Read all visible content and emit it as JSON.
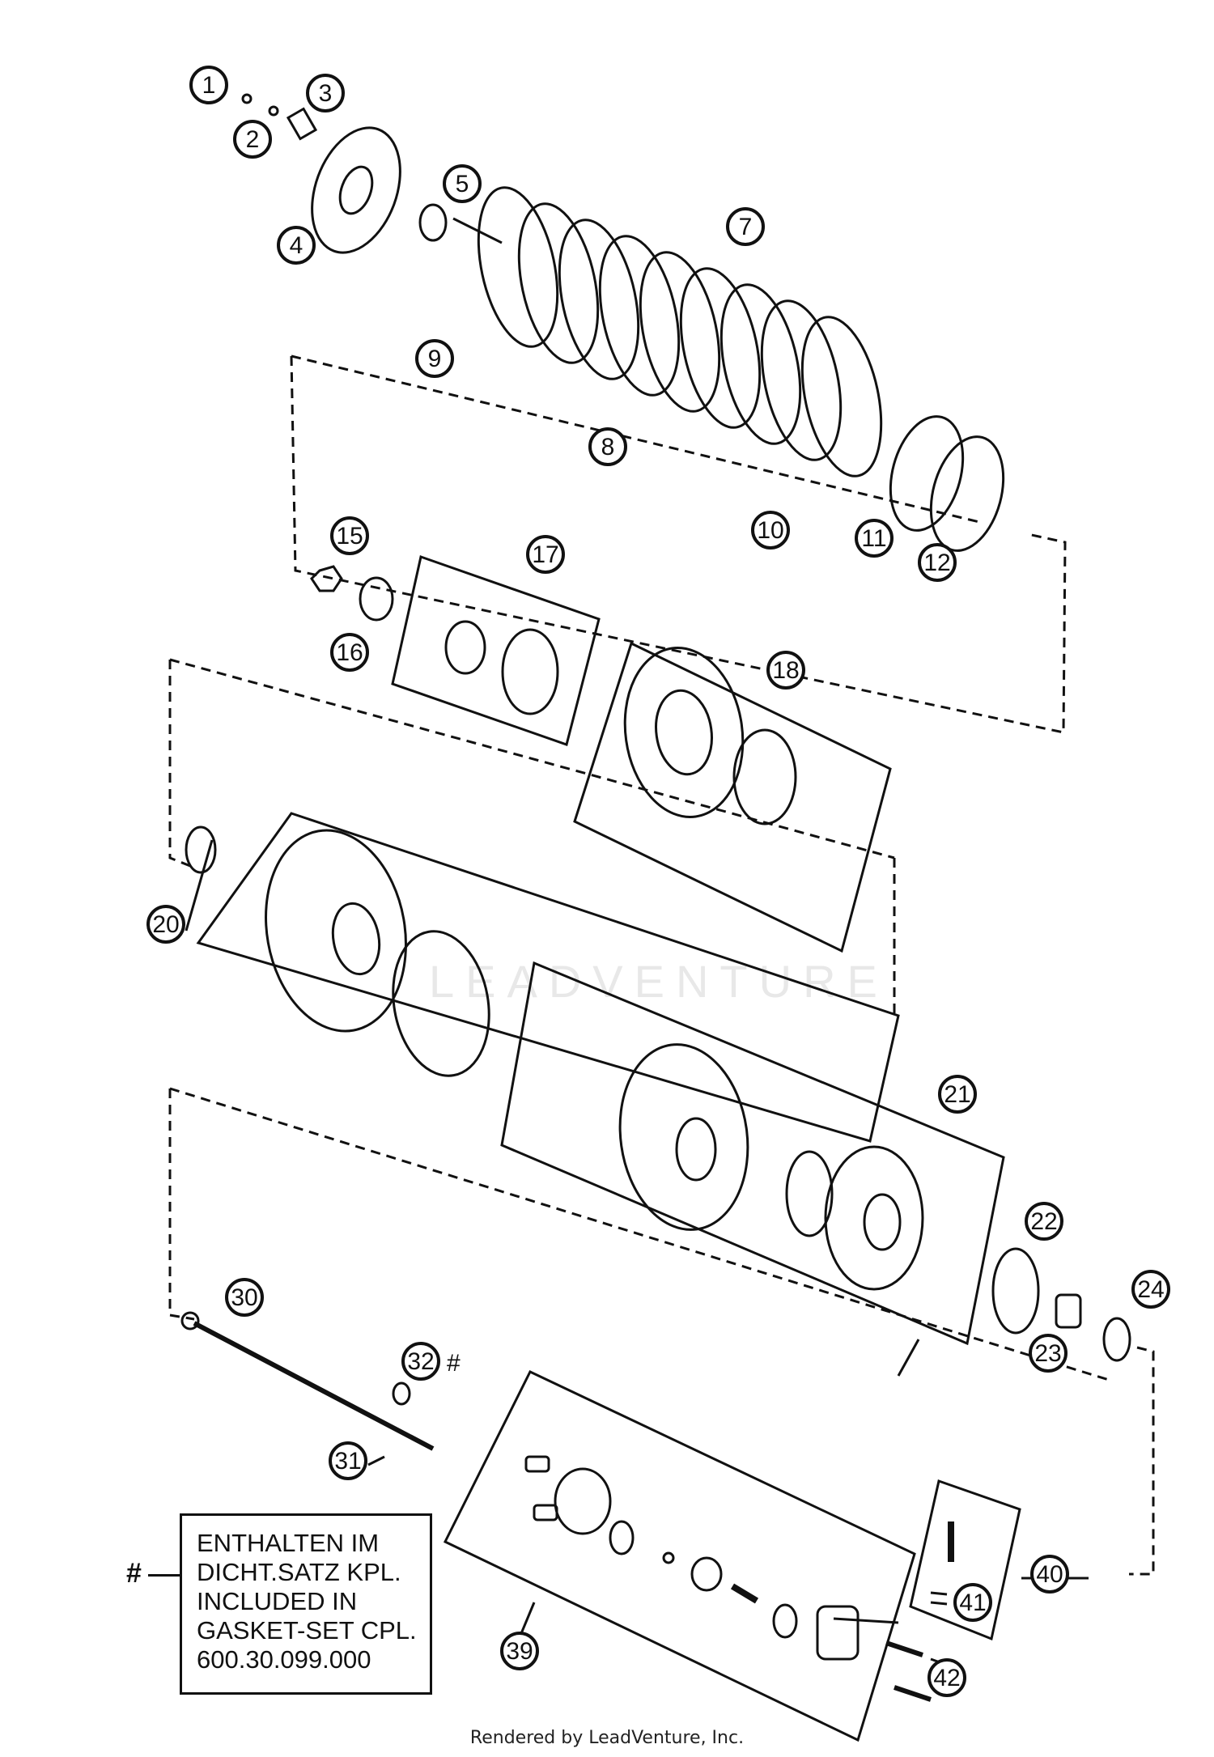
{
  "callouts": [
    "1",
    "2",
    "3",
    "4",
    "5",
    "7",
    "9",
    "8",
    "10",
    "11",
    "12",
    "15",
    "16",
    "17",
    "18",
    "20",
    "21",
    "22",
    "23",
    "24",
    "30",
    "32",
    "31",
    "39",
    "40",
    "41",
    "42"
  ],
  "note": {
    "marker": "#",
    "lines": [
      "ENTHALTEN IM",
      "DICHT.SATZ KPL.",
      "INCLUDED IN",
      "GASKET-SET CPL.",
      "600.30.099.000"
    ]
  },
  "callout_32_suffix": "#",
  "footer": "Rendered by LeadVenture, Inc.",
  "watermark": "LEADVENTURE"
}
